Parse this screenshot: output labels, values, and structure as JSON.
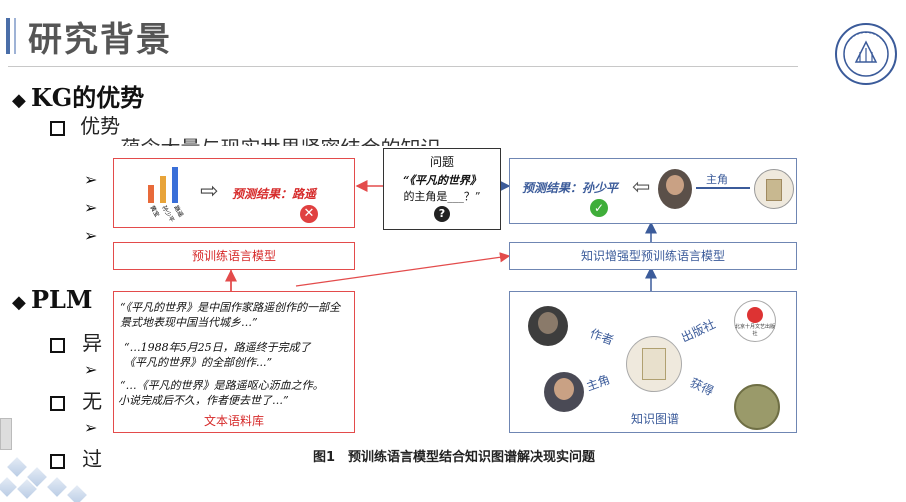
{
  "header": {
    "title": "研究背景"
  },
  "bullets": {
    "kg_title": "KG的优势",
    "kg_sub1": "优势",
    "kg_sub1_item_partial": "蕴含大量与现实世界紧密结合的知识",
    "plm_title_partial": "PLM",
    "plm_sub1_partial": "异",
    "plm_sub2_partial": "无",
    "plm_sub3_partial": "过"
  },
  "figure": {
    "question_title": "问题",
    "question_line1": "“《平凡的世界》",
    "question_line2": "的主角是___？”",
    "question_icon": "question-icon",
    "left_pred_label": "预测结果：路遥",
    "left_pred_icon": "cross-icon",
    "right_pred_label": "预测结果：孙少平",
    "right_pred_icon": "check-icon",
    "right_relation_top": "主角",
    "plm_label": "预训练语言模型",
    "kplm_label": "知识增强型预训练语言模型",
    "bar_labels": [
      "黄宝",
      "孙少平",
      "路遥"
    ],
    "bar_values": [
      2,
      3,
      4
    ],
    "bar_colors": [
      "#e86a3a",
      "#e8a43a",
      "#3a6fd8"
    ],
    "corpus_line1": "“《平凡的世界》是中国作家路遥创作的一部全景式地表现中国当代城乡…”",
    "corpus_line2a": "“…1988年5月25日，路遥终于完成了",
    "corpus_line2b": "《平凡的世界》的全部创作...”",
    "corpus_line3a": "“…《平凡的世界》是路遥呕心沥血之作。",
    "corpus_line3b": "小说完成后不久，作者便去世了…”",
    "corpus_label": "文本语料库",
    "kg_rel_author": "作者",
    "kg_rel_publisher": "出版社",
    "kg_rel_protagonist": "主角",
    "kg_rel_award": "获得",
    "kg_publisher_name": "北京十月文艺出版社",
    "kg_label": "知识图谱",
    "caption": "图1　预训练语言模型结合知识图谱解决现实问题"
  }
}
